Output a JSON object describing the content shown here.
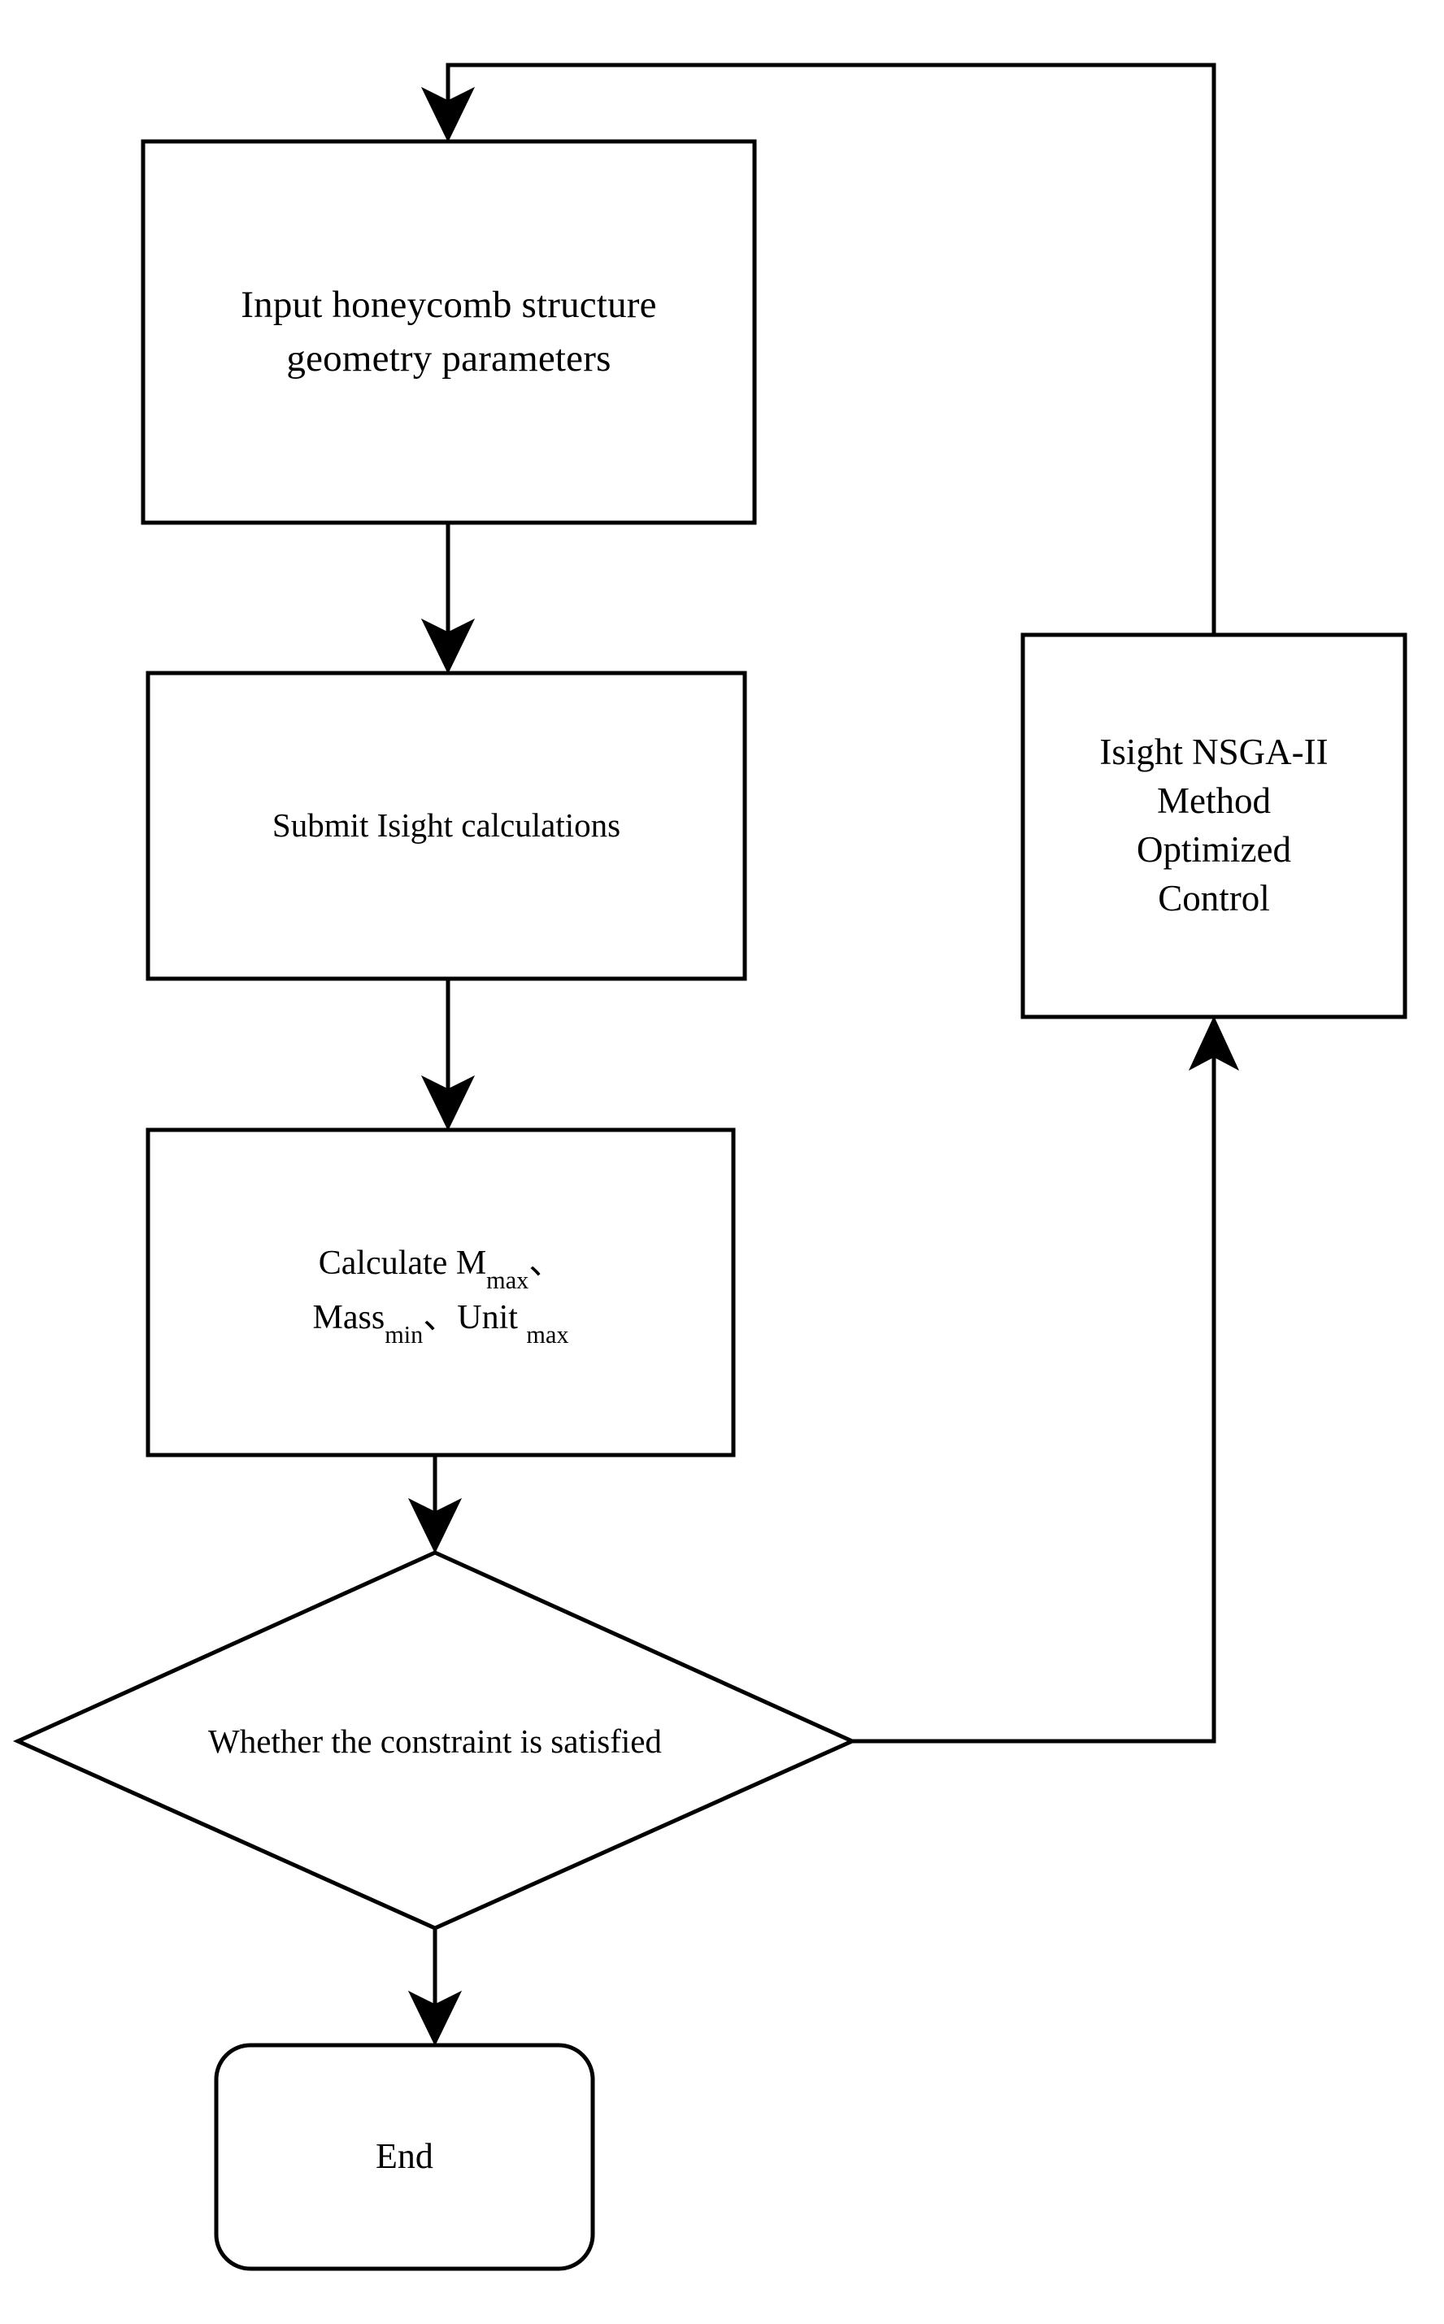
{
  "diagram": {
    "title": "Honeycomb structure optimization flowchart",
    "type": "flowchart",
    "background_color": "#ffffff",
    "stroke_color": "#000000",
    "text_color": "#000000",
    "stroke_width": 4
  },
  "nodes": {
    "input": {
      "shape": "rectangle",
      "lines": [
        "Input honeycomb structure",
        "geometry parameters"
      ]
    },
    "submit": {
      "shape": "rectangle",
      "lines": [
        "Submit Isight calculations"
      ]
    },
    "calculate": {
      "shape": "rectangle",
      "line1_prefix": "Calculate M",
      "line1_sub": "max",
      "line1_suffix": "、",
      "line2_a_prefix": "Mass",
      "line2_a_sub": "min",
      "line2_sep": "、",
      "line2_b_prefix": "Unit ",
      "line2_b_sub": "max"
    },
    "optimizer": {
      "shape": "rectangle",
      "lines": [
        "Isight NSGA-II",
        "Method",
        "Optimized",
        "Control"
      ]
    },
    "decision": {
      "shape": "diamond",
      "lines": [
        "Whether the constraint is satisfied"
      ]
    },
    "end": {
      "shape": "rounded-rectangle",
      "lines": [
        "End"
      ]
    }
  },
  "edges": [
    {
      "name": "input-to-submit",
      "from": "input",
      "to": "submit",
      "arrow": "down"
    },
    {
      "name": "submit-to-calculate",
      "from": "submit",
      "to": "calculate",
      "arrow": "down"
    },
    {
      "name": "calculate-to-decision",
      "from": "calculate",
      "to": "decision",
      "arrow": "down"
    },
    {
      "name": "decision-to-end",
      "from": "decision",
      "to": "end",
      "arrow": "down"
    },
    {
      "name": "decision-to-optimizer",
      "from": "decision",
      "to": "optimizer",
      "arrow": "up"
    },
    {
      "name": "optimizer-to-input",
      "from": "optimizer",
      "to": "input",
      "arrow": "down"
    }
  ]
}
